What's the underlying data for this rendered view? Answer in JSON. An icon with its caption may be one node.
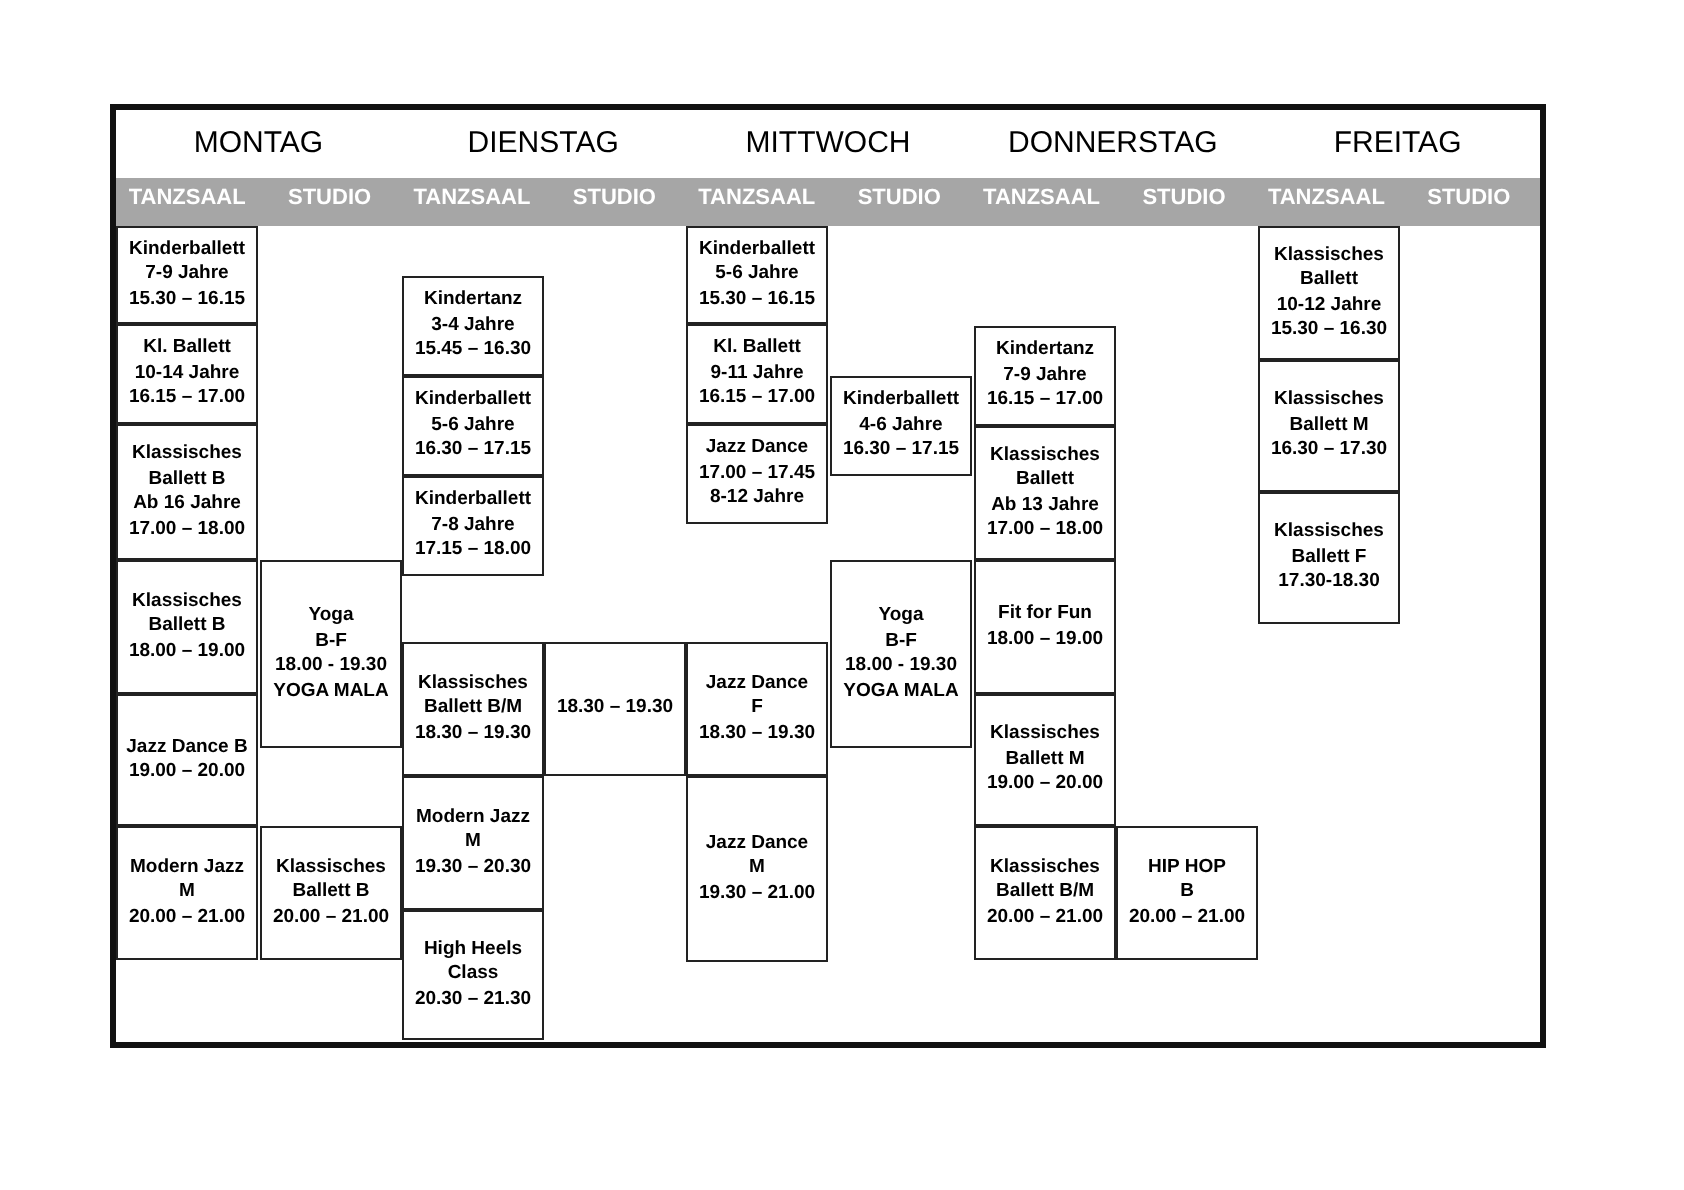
{
  "diagram": {
    "nodes": [
      {
        "text": [
          "Kinderballett",
          "7-9 Jahre",
          "15.30 – 16.15"
        ]
      },
      {
        "text": [
          "Kl. Ballett",
          "10-14 Jahre",
          "16.15 – 17.00"
        ]
      },
      {
        "text": [
          "Klassisches Ballett B",
          "Ab 16 Jahre",
          "17.00 – 18.00"
        ]
      },
      {
        "text": [
          "Klassisches Ballett B",
          "18.00 – 19.00"
        ]
      },
      {
        "text": [
          "Jazz Dance B",
          "19.00 – 20.00"
        ]
      },
      {
        "text": [
          "Modern Jazz M",
          "20.00 – 21.00"
        ]
      },
      {
        "text": [
          "Yoga",
          "B-F",
          "18.00 - 19.30",
          "YOGA MALA"
        ]
      },
      {
        "text": [
          "Klassisches Ballett B",
          "20.00 – 21.00"
        ]
      },
      {
        "text": [
          "Kindertanz",
          "3-4 Jahre",
          "15.45 – 16.30"
        ]
      },
      {
        "text": [
          "Kinderballett",
          "5-6 Jahre",
          "16.30 – 17.15"
        ]
      },
      {
        "text": [
          "Kinderballett",
          "7-8 Jahre",
          "17.15 – 18.00"
        ]
      },
      {
        "text": [
          "Klassisches Ballett B/M",
          "18.30 – 19.30"
        ]
      },
      {
        "text": [
          "Modern Jazz",
          "M",
          "19.30 – 20.30"
        ]
      },
      {
        "text": [
          "High Heels Class",
          "20.30 – 21.30"
        ]
      },
      {
        "text": [
          "18.30 – 19.30"
        ]
      },
      {
        "text": [
          "Kinderballett",
          "5-6 Jahre",
          "15.30 – 16.15"
        ]
      },
      {
        "text": [
          "Kl. Ballett",
          "9-11 Jahre",
          "16.15 – 17.00"
        ]
      },
      {
        "text": [
          "Jazz Dance",
          "17.00 – 17.45",
          "8-12 Jahre"
        ]
      },
      {
        "text": [
          "Jazz Dance",
          "F",
          "18.30 – 19.30"
        ]
      },
      {
        "text": [
          "Jazz Dance",
          "M",
          "19.30 – 21.00"
        ]
      },
      {
        "text": [
          "Kinderballett",
          "4-6 Jahre",
          "16.30 – 17.15"
        ]
      },
      {
        "text": [
          "Yoga",
          "B-F",
          "18.00 - 19.30",
          "YOGA MALA"
        ]
      },
      {
        "text": [
          "Kindertanz",
          "7-9 Jahre",
          "16.15 – 17.00"
        ]
      },
      {
        "text": [
          "Klassisches Ballett",
          "Ab 13 Jahre",
          "17.00 – 18.00"
        ]
      },
      {
        "text": [
          "Fit for Fun",
          "18.00 – 19.00"
        ]
      },
      {
        "text": [
          "Klassisches Ballett M",
          "19.00 – 20.00"
        ]
      },
      {
        "text": [
          "Klassisches Ballett B/M",
          "20.00 – 21.00"
        ]
      },
      {
        "text": [
          "HIP HOP",
          "B",
          "20.00 – 21.00"
        ]
      },
      {
        "text": [
          "Klassisches Ballett",
          "10-12 Jahre",
          "15.30 – 16.30"
        ]
      },
      {
        "text": [
          "Klassisches Ballett M",
          "16.30 – 17.30"
        ]
      },
      {
        "text": [
          "Klassisches Ballett F",
          "17.30-18.30"
        ]
      }
    ],
    "labels": [
      "MONTAG",
      "DIENSTAG",
      "MITTWOCH",
      "DONNERSTAG",
      "FREITAG",
      "TANZSAAL",
      "STUDIO",
      "TANZSAAL",
      "STUDIO",
      "TANZSAAL",
      "STUDIO",
      "TANZSAAL",
      "STUDIO",
      "TANZSAAL",
      "STUDIO"
    ]
  }
}
